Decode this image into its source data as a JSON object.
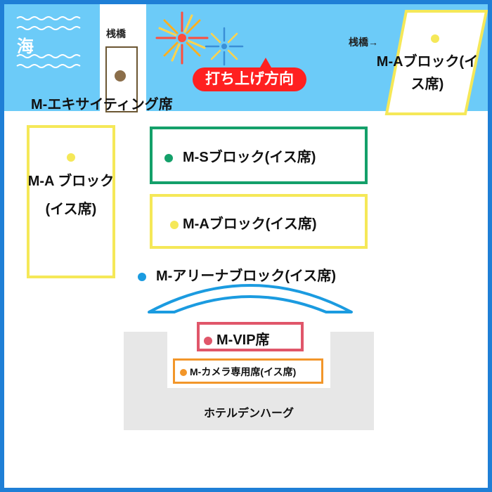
{
  "map": {
    "sea": {
      "label": "海"
    },
    "pier_left": {
      "label": "桟橋"
    },
    "pier_right": {
      "label": "桟橋→"
    },
    "fireworks_direction": {
      "label": "打ち上げ方向"
    },
    "exciting_seats": {
      "label": "M-エキサイティング席"
    },
    "block_a_top_right": {
      "label": "M-Aブロック(イス席)",
      "dot_color": "#f5e858"
    },
    "block_a_left": {
      "label": "M-A ブロック (イス席)",
      "dot_color": "#f5e858"
    },
    "block_s": {
      "label": "M-Sブロック(イス席)",
      "dot_color": "#14a06a"
    },
    "block_a_center": {
      "label": "M-Aブロック(イス席)",
      "dot_color": "#f5e858"
    },
    "arena_block": {
      "label": "M-アリーナブロック(イス席)",
      "dot_color": "#1b9be0"
    },
    "vip": {
      "label": "M-VIP席",
      "dot_color": "#e0566a"
    },
    "camera_seats": {
      "label": "M-カメラ専用席(イス席)",
      "dot_color": "#f2962a"
    },
    "hotel": {
      "label": "ホテルデンハーグ"
    }
  },
  "colors": {
    "frame": "#1f7fd6",
    "sea": "#6ccbf8",
    "fireworks_tag": "#ff2020",
    "pier": "#8b6e4a"
  },
  "icons": [
    "wave-icon",
    "firework-icon",
    "arrow-up-icon"
  ]
}
